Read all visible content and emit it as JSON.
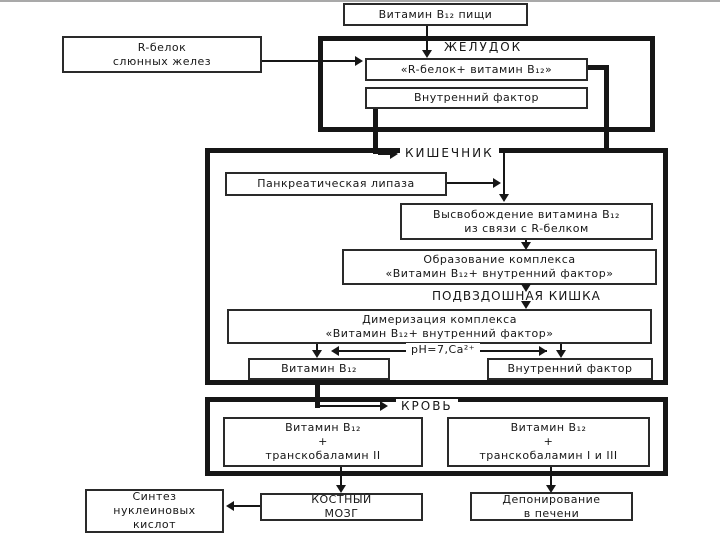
{
  "diagram": {
    "title_box": "Витамин В₁₂ пищи",
    "r_protein": {
      "line1": "R-белок",
      "line2": "слюнных желез"
    },
    "stomach": {
      "label": "ЖЕЛУДОК",
      "complex_box": "«R-белок+ витамин В₁₂»",
      "intrinsic_factor": "Внутренний фактор"
    },
    "intestine": {
      "label": "КИШЕЧНИК",
      "lipase": "Панкреатическая липаза",
      "release": {
        "line1": "Высвобождение витамина В₁₂",
        "line2": "из связи с R-белком"
      },
      "formation": {
        "line1": "Образование комплекса",
        "line2": "«Витамин В₁₂+ внутренний фактор»"
      },
      "ileum_label": "ПОДВЗДОШНАЯ КИШКА",
      "dimerization": {
        "line1": "Димеризация комплекса",
        "line2": "«Витамин В₁₂+ внутренний фактор»"
      },
      "ph_label": "pH=7,Ca²⁺",
      "vitamin_b12": "Витамин В₁₂",
      "intrinsic_factor": "Внутренний фактор"
    },
    "blood": {
      "label": "КРОВЬ",
      "tc2": {
        "line1": "Витамин В₁₂",
        "line2": "+",
        "line3": "транскобаламин II"
      },
      "tc13": {
        "line1": "Витамин В₁₂",
        "line2": "+",
        "line3": "транскобаламин I и III"
      }
    },
    "bottom": {
      "synthesis": {
        "line1": "Синтез",
        "line2": "нуклеиновых",
        "line3": "кислот"
      },
      "bone_marrow": {
        "line1": "КОСТНЫЙ",
        "line2": "МОЗГ"
      },
      "liver": {
        "line1": "Депонирование",
        "line2": "в печени"
      }
    },
    "colors": {
      "line": "#161616",
      "background": "#ffffff",
      "edge": "#a9a9a9"
    }
  }
}
